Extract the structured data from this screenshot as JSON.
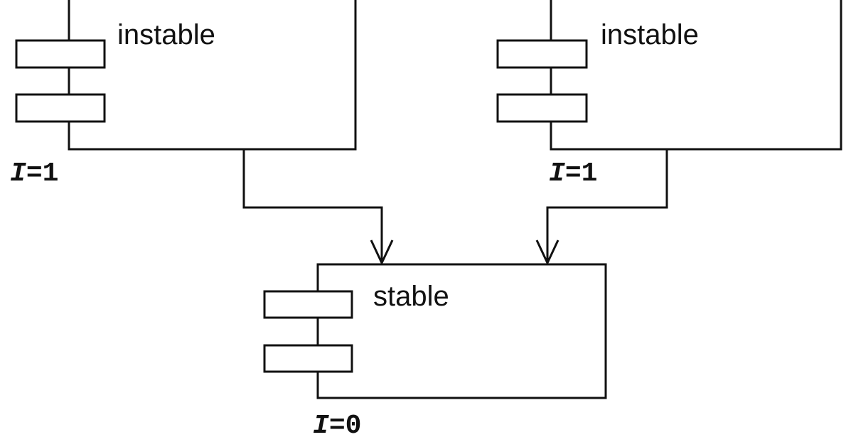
{
  "components": [
    {
      "name": "instable",
      "metric_symbol": "I",
      "metric_value": "=1"
    },
    {
      "name": "instable",
      "metric_symbol": "I",
      "metric_value": "=1"
    },
    {
      "name": "stable",
      "metric_symbol": "I",
      "metric_value": "=0"
    }
  ]
}
